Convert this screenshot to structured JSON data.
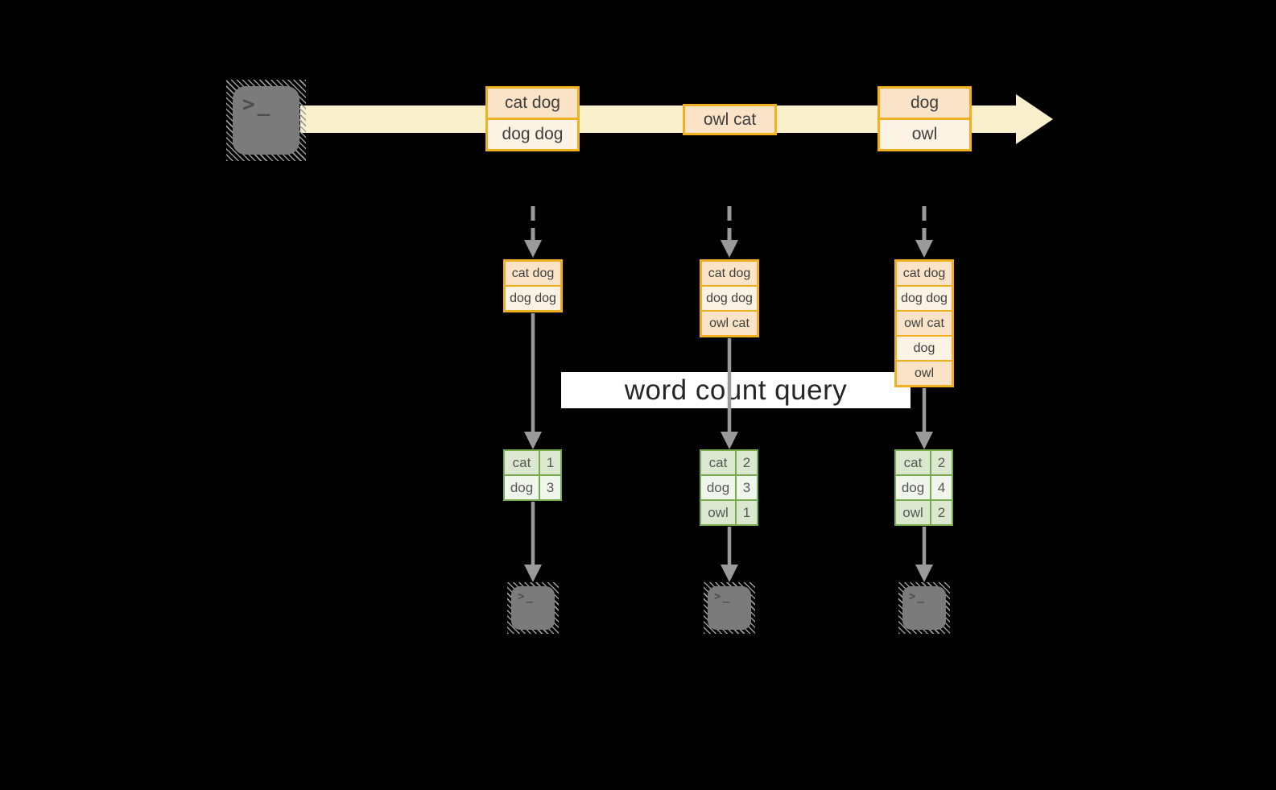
{
  "query_label": "word count query",
  "icons": {
    "terminal_glyph": ">_"
  },
  "stream_events": [
    {
      "rows": [
        "cat dog",
        "dog dog"
      ]
    },
    {
      "rows": [
        "owl cat"
      ]
    },
    {
      "rows": [
        "dog",
        "owl"
      ]
    }
  ],
  "workers": [
    {
      "buffer": [
        "cat dog",
        "dog dog"
      ],
      "counts": [
        {
          "word": "cat",
          "count": "1"
        },
        {
          "word": "dog",
          "count": "3"
        }
      ]
    },
    {
      "buffer": [
        "cat dog",
        "dog dog",
        "owl cat"
      ],
      "counts": [
        {
          "word": "cat",
          "count": "2"
        },
        {
          "word": "dog",
          "count": "3"
        },
        {
          "word": "owl",
          "count": "1"
        }
      ]
    },
    {
      "buffer": [
        "cat dog",
        "dog dog",
        "owl cat",
        "dog",
        "owl"
      ],
      "counts": [
        {
          "word": "cat",
          "count": "2"
        },
        {
          "word": "dog",
          "count": "4"
        },
        {
          "word": "owl",
          "count": "2"
        }
      ]
    }
  ],
  "colors": {
    "background": "#000000",
    "stream_band": "#FBF0CC",
    "event_border": "#F1B021",
    "event_fill_dark": "#FAE3C7",
    "event_fill_light": "#FDF3E4",
    "table_border": "#77AD4F",
    "table_fill_dark": "#DBE8CF",
    "table_fill_light": "#F1F6EC",
    "arrow_gray": "#9A9A9A",
    "banner_bg": "#FFFFFF"
  }
}
